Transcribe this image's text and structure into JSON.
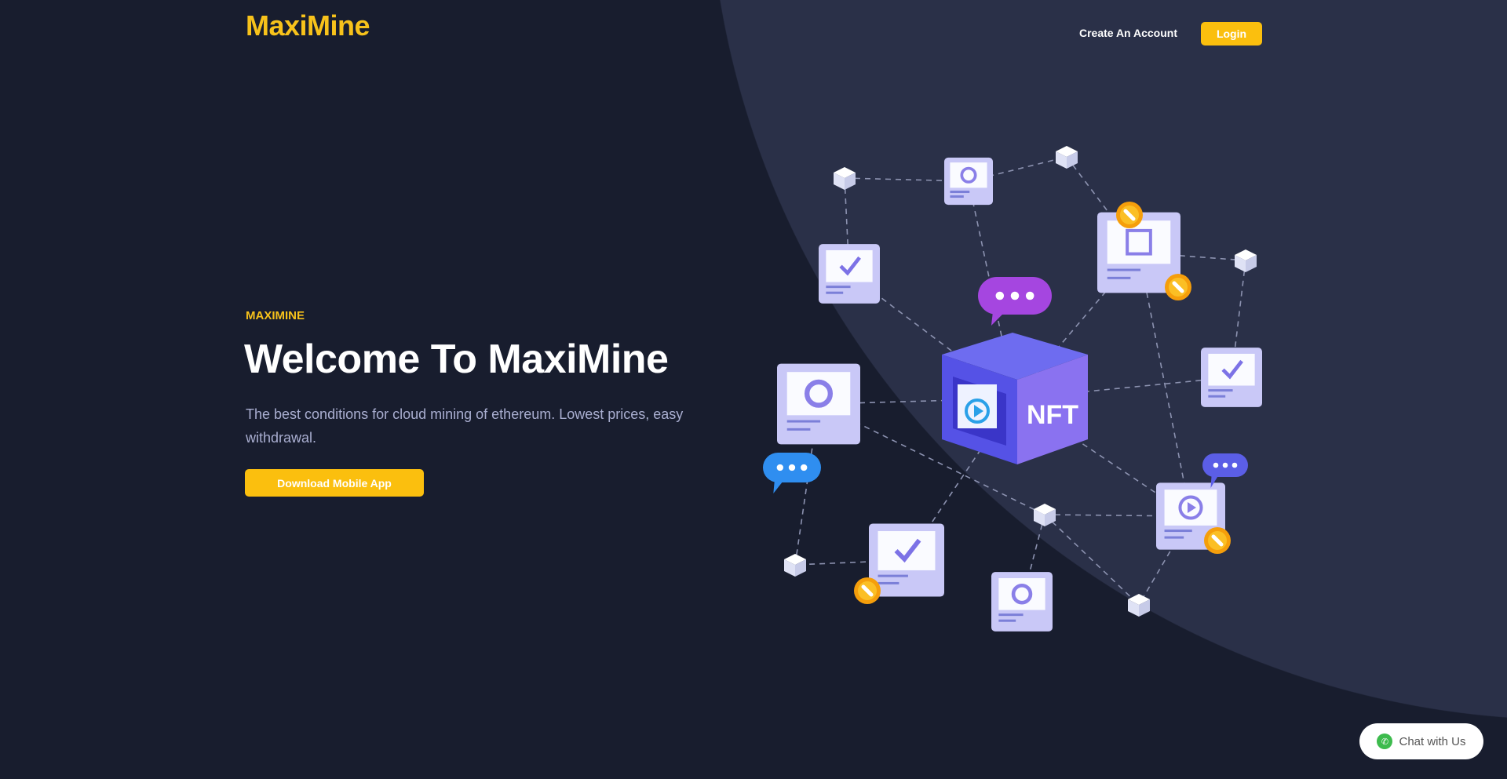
{
  "header": {
    "logo": "MaxiMine",
    "create_account": "Create An Account",
    "login": "Login"
  },
  "hero": {
    "eyebrow": "MAXIMINE",
    "title": "Welcome To MaxiMine",
    "subtitle": "The best conditions for cloud mining of ethereum. Lowest prices, easy withdrawal.",
    "cta": "Download Mobile App"
  },
  "illustration": {
    "cube_label": "NFT"
  },
  "chat": {
    "label": "Chat with Us",
    "icon": "whatsapp-icon"
  },
  "colors": {
    "background": "#181d2e",
    "accent": "#fbbf0e",
    "circle": "#2a3048"
  }
}
